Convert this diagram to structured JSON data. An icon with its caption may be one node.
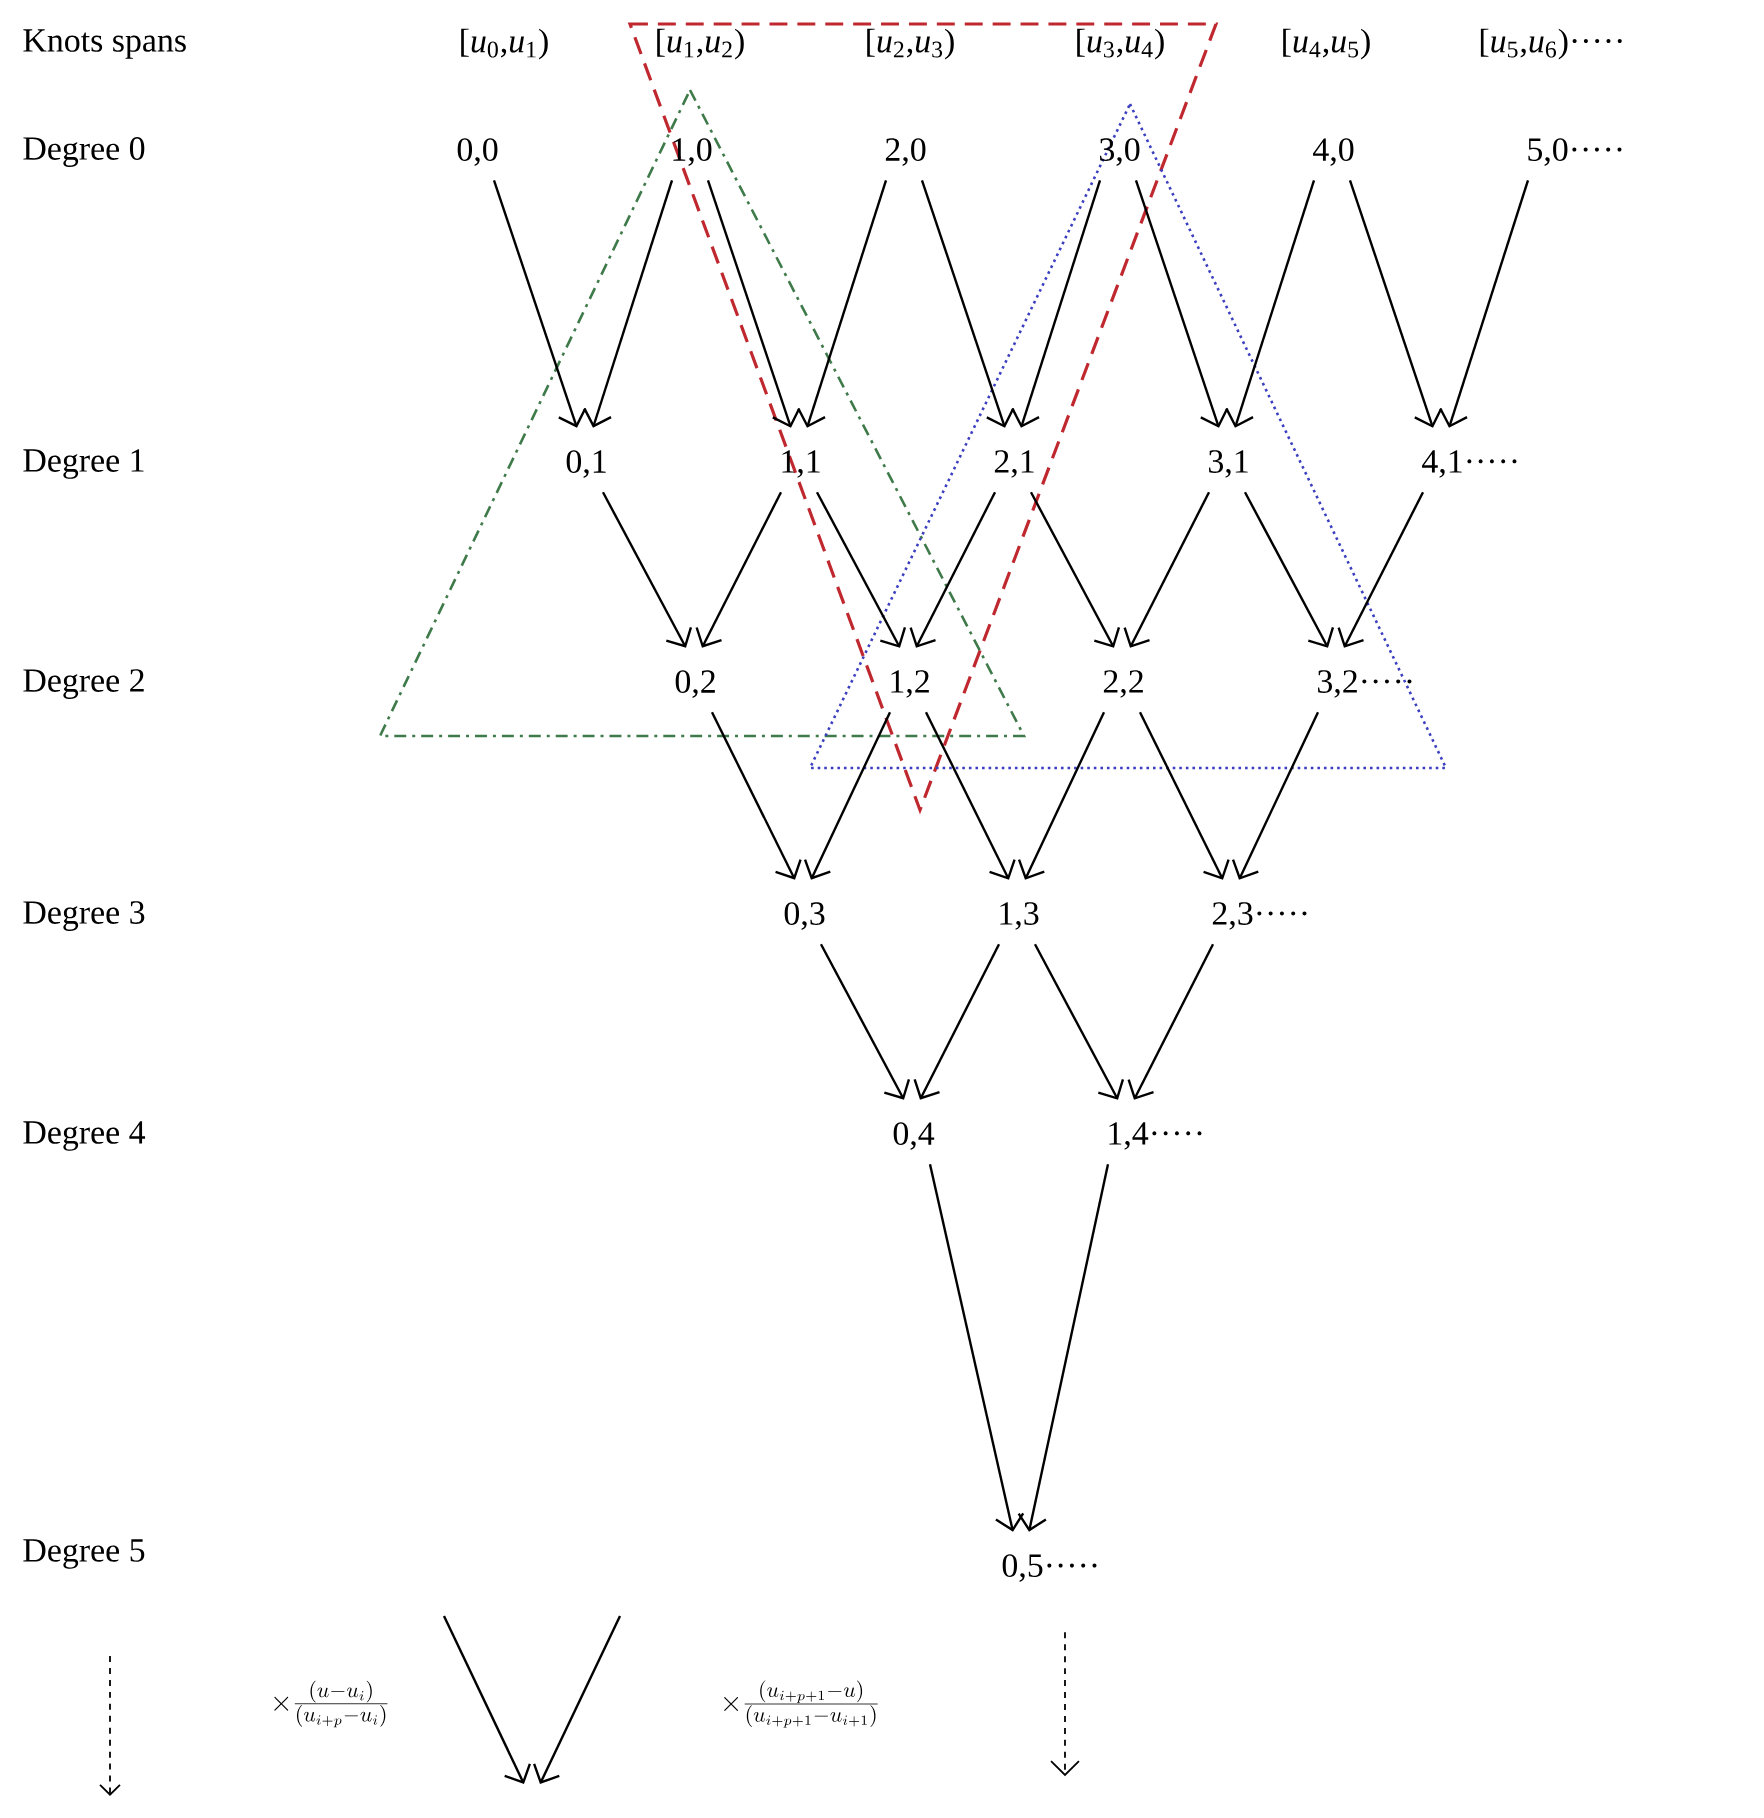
{
  "diagram": {
    "nodes": [
      {
        "text": [
          "0,0"
        ]
      },
      {
        "text": [
          "1,0"
        ]
      },
      {
        "text": [
          "2,0"
        ]
      },
      {
        "text": [
          "3,0"
        ]
      },
      {
        "text": [
          "4,0"
        ]
      },
      {
        "text": [
          "5,0·····"
        ]
      },
      {
        "text": [
          "0,1"
        ]
      },
      {
        "text": [
          "1,1"
        ]
      },
      {
        "text": [
          "2,1"
        ]
      },
      {
        "text": [
          "3,1"
        ]
      },
      {
        "text": [
          "4,1·····"
        ]
      },
      {
        "text": [
          "0,2"
        ]
      },
      {
        "text": [
          "1,2"
        ]
      },
      {
        "text": [
          "2,2"
        ]
      },
      {
        "text": [
          "3,2·····"
        ]
      },
      {
        "text": [
          "0,3"
        ]
      },
      {
        "text": [
          "1,3"
        ]
      },
      {
        "text": [
          "2,3·····"
        ]
      },
      {
        "text": [
          "0,4"
        ]
      },
      {
        "text": [
          "1,4·····"
        ]
      },
      {
        "text": [
          "0,5·····"
        ]
      }
    ],
    "edges": [
      {
        "from": 0,
        "to": 6,
        "arrow": "to"
      },
      {
        "from": 1,
        "to": 6,
        "arrow": "to"
      },
      {
        "from": 1,
        "to": 7,
        "arrow": "to"
      },
      {
        "from": 2,
        "to": 7,
        "arrow": "to"
      },
      {
        "from": 2,
        "to": 8,
        "arrow": "to"
      },
      {
        "from": 3,
        "to": 8,
        "arrow": "to"
      },
      {
        "from": 3,
        "to": 9,
        "arrow": "to"
      },
      {
        "from": 4,
        "to": 9,
        "arrow": "to"
      },
      {
        "from": 4,
        "to": 10,
        "arrow": "to"
      },
      {
        "from": 5,
        "to": 10,
        "arrow": "to"
      },
      {
        "from": 6,
        "to": 11,
        "arrow": "to"
      },
      {
        "from": 7,
        "to": 11,
        "arrow": "to"
      },
      {
        "from": 7,
        "to": 12,
        "arrow": "to"
      },
      {
        "from": 8,
        "to": 12,
        "arrow": "to"
      },
      {
        "from": 8,
        "to": 13,
        "arrow": "to"
      },
      {
        "from": 9,
        "to": 13,
        "arrow": "to"
      },
      {
        "from": 9,
        "to": 14,
        "arrow": "to"
      },
      {
        "from": 10,
        "to": 14,
        "arrow": "to"
      },
      {
        "from": 11,
        "to": 15,
        "arrow": "to"
      },
      {
        "from": 12,
        "to": 15,
        "arrow": "to"
      },
      {
        "from": 12,
        "to": 16,
        "arrow": "to"
      },
      {
        "from": 13,
        "to": 16,
        "arrow": "to"
      },
      {
        "from": 13,
        "to": 17,
        "arrow": "to"
      },
      {
        "from": 14,
        "to": 17,
        "arrow": "to"
      },
      {
        "from": 15,
        "to": 18,
        "arrow": "to"
      },
      {
        "from": 16,
        "to": 18,
        "arrow": "to"
      },
      {
        "from": 16,
        "to": 19,
        "arrow": "to"
      },
      {
        "from": 17,
        "to": 19,
        "arrow": "to"
      },
      {
        "from": 18,
        "to": 20,
        "arrow": "to"
      },
      {
        "from": 19,
        "to": 20,
        "arrow": "to"
      },
      {
        "from": 20,
        "to": null,
        "arrow": "to",
        "style": "dashed"
      }
    ],
    "labels": [
      "Knots spans",
      "[*u*$_{0}$,*u*$_{1}$)",
      "[*u*$_{1}$,*u*$_{2}$)",
      "[*u*$_{2}$,*u*$_{3}$)",
      "[*u*$_{3}$,*u*$_{4}$)",
      "[*u*$_{4}$,*u*$_{5}$)",
      "[*u*$_{5}$,*u*$_{6}$)·····",
      "Degree 0",
      "Degree 1",
      "Degree 2",
      "Degree 3",
      "Degree 4",
      "Degree 5",
      "\\times\\frac{(u-u_i)}{(u_{i+p}-u_i)}",
      "\\times\\frac{(u_{i+p+1}-u)}{(u_{i+p+1}-u_{i+1})}"
    ]
  }
}
